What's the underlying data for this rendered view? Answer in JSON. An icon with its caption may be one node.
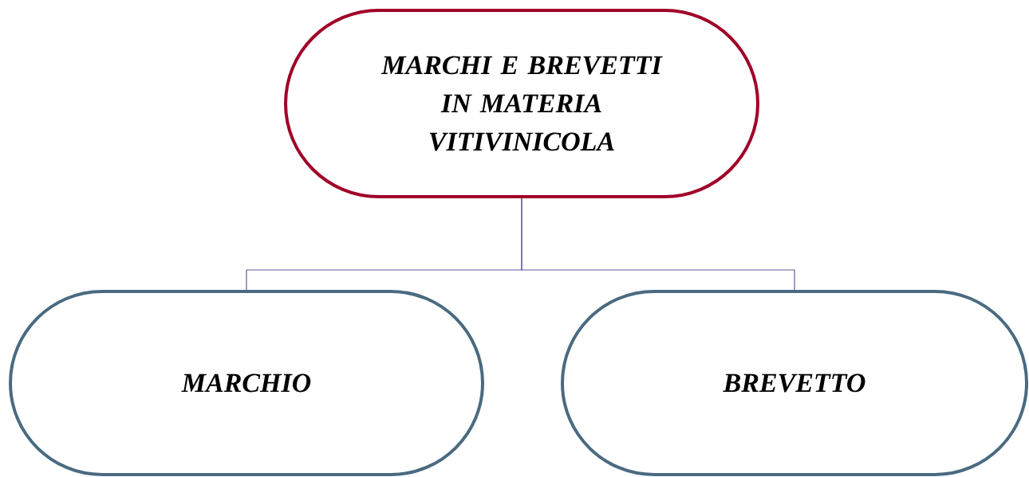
{
  "diagram": {
    "nodes": [
      {
        "text": [
          "MARCHI E BREVETTI IN MATERIA VITIVINICOLA"
        ]
      },
      {
        "text": [
          "MARCHIO"
        ]
      },
      {
        "text": [
          "BREVETTO"
        ]
      }
    ],
    "edges": [
      {
        "from": 0,
        "to": 1,
        "arrow": "none"
      },
      {
        "from": 0,
        "to": 2,
        "arrow": "none"
      }
    ]
  }
}
